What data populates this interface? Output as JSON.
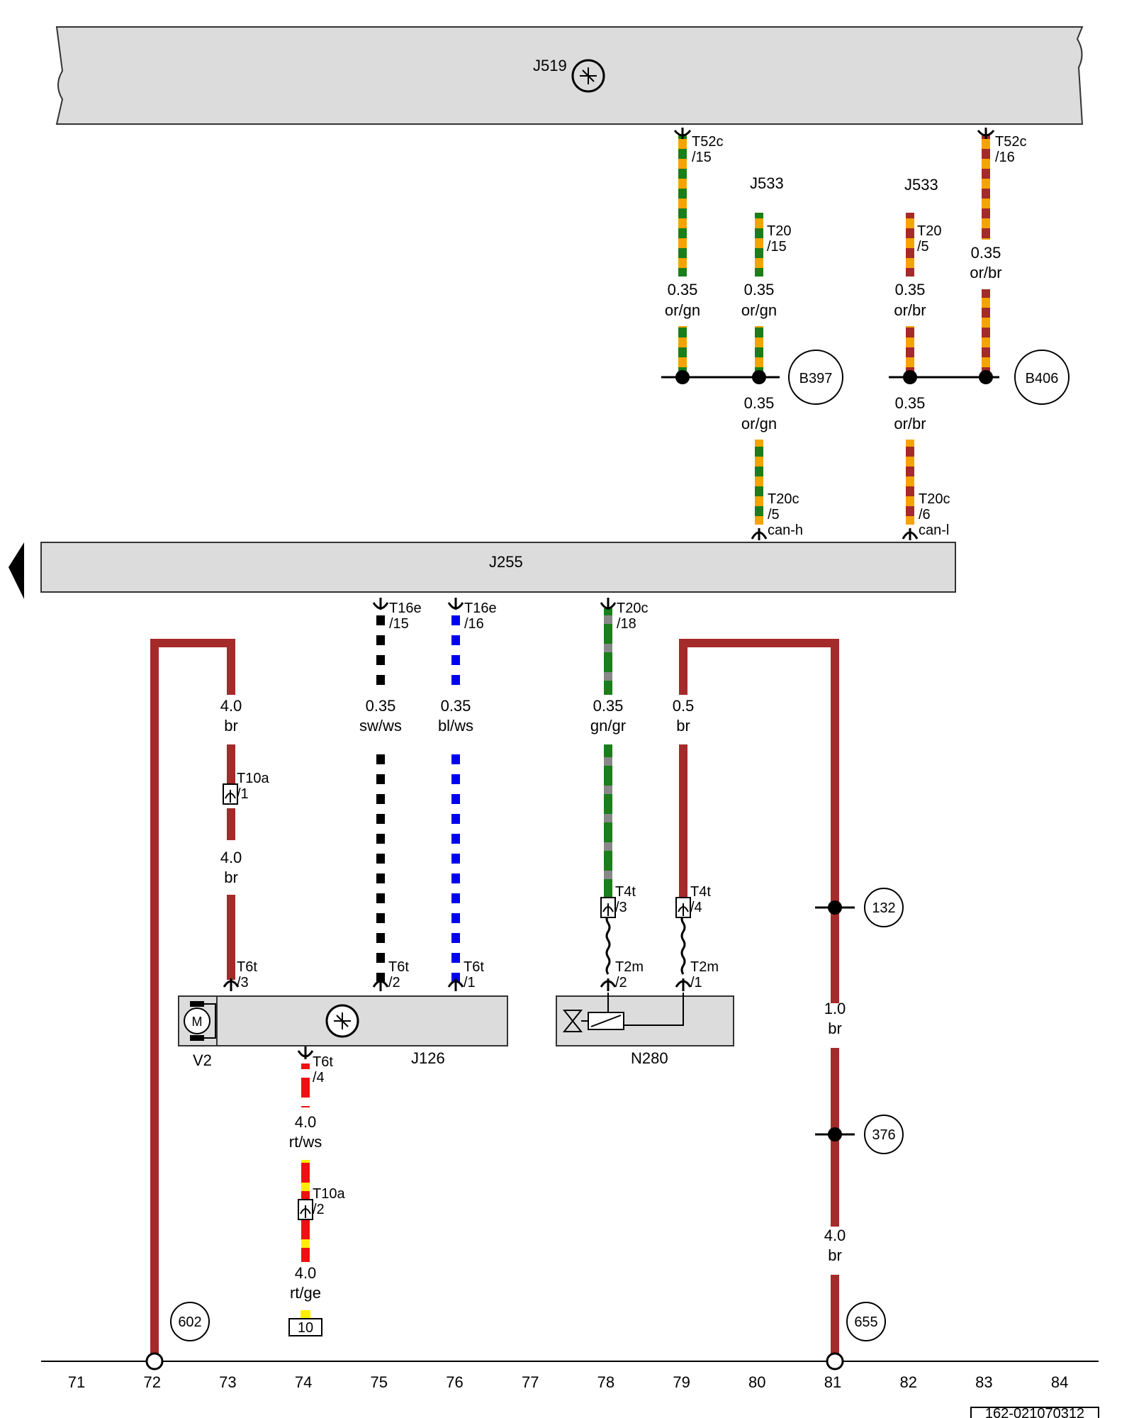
{
  "colors": {
    "br": "#a52a2a",
    "or": "#f5a300",
    "gn": "#1a7f1a",
    "sw": "#000000",
    "ws": "#ffffff",
    "bl": "#0000ee",
    "gr": "#888888",
    "rt": "#ee1111",
    "ge": "#ffee00",
    "component_fill": "#dcdcdc"
  },
  "components": {
    "j519": "J519",
    "j533_a": "J533",
    "j533_b": "J533",
    "j255": "J255",
    "v2": "V2",
    "j126": "J126",
    "n280": "N280"
  },
  "connectors": {
    "t52c_15": [
      "T52c",
      "/15"
    ],
    "t52c_16": [
      "T52c",
      "/16"
    ],
    "t20_15": [
      "T20",
      "/15"
    ],
    "t20_5": [
      "T20",
      "/5"
    ],
    "t20c_5": [
      "T20c",
      "/5",
      "can-h"
    ],
    "t20c_6": [
      "T20c",
      "/6",
      "can-l"
    ],
    "t16e_15": [
      "T16e",
      "/15"
    ],
    "t16e_16": [
      "T16e",
      "/16"
    ],
    "t20c_18": [
      "T20c",
      "/18"
    ],
    "t10a_1": [
      "T10a",
      "/1"
    ],
    "t10a_2": [
      "T10a",
      "/2"
    ],
    "t4t_3": [
      "T4t",
      "/3"
    ],
    "t4t_4": [
      "T4t",
      "/4"
    ],
    "t6t_3": [
      "T6t",
      "/3"
    ],
    "t6t_2": [
      "T6t",
      "/2"
    ],
    "t6t_1": [
      "T6t",
      "/1"
    ],
    "t6t_4": [
      "T6t",
      "/4"
    ],
    "t2m_2": [
      "T2m",
      "/2"
    ],
    "t2m_1": [
      "T2m",
      "/1"
    ]
  },
  "wires": {
    "w1": [
      "0.35",
      "or/gn"
    ],
    "w2": [
      "0.35",
      "or/gn"
    ],
    "w3": [
      "0.35",
      "or/br"
    ],
    "w4": [
      "0.35",
      "or/br"
    ],
    "w5": [
      "0.35",
      "or/gn"
    ],
    "w6": [
      "0.35",
      "or/br"
    ],
    "w7": [
      "4.0",
      "br"
    ],
    "w8": [
      "0.35",
      "sw/ws"
    ],
    "w9": [
      "0.35",
      "bl/ws"
    ],
    "w10": [
      "0.35",
      "gn/gr"
    ],
    "w11": [
      "0.5",
      "br"
    ],
    "w12": [
      "4.0",
      "br"
    ],
    "w13": [
      "1.0",
      "br"
    ],
    "w14": [
      "4.0",
      "rt/ws"
    ],
    "w15": [
      "4.0",
      "rt/ge"
    ],
    "w16": [
      "4.0",
      "br"
    ]
  },
  "refs": {
    "b397": "B397",
    "b406": "B406",
    "r132": "132",
    "r376": "376",
    "r602": "602",
    "r655": "655",
    "fuse": "10"
  },
  "ruler": [
    "71",
    "72",
    "73",
    "74",
    "75",
    "76",
    "77",
    "78",
    "79",
    "80",
    "81",
    "82",
    "83",
    "84"
  ],
  "diagram_id": "162-021070312"
}
